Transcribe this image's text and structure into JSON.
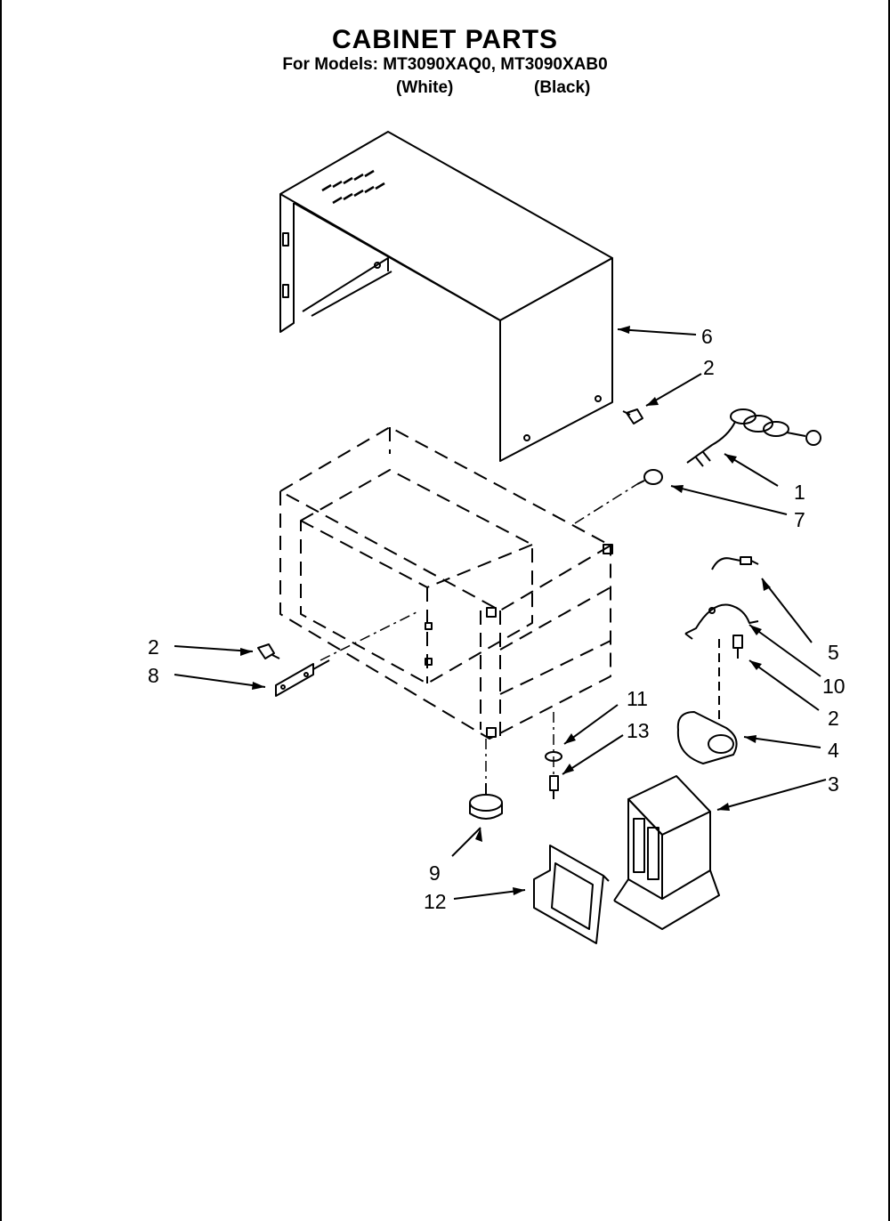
{
  "header": {
    "title": "CABINET PARTS",
    "models_line": "For Models: MT3090XAQ0, MT3090XAB0",
    "variant_white": "(White)",
    "variant_black": "(Black)"
  },
  "callouts": {
    "c1": "1",
    "c2a": "2",
    "c2b": "2",
    "c2c": "2",
    "c3": "3",
    "c4": "4",
    "c5": "5",
    "c6": "6",
    "c7": "7",
    "c8": "8",
    "c9": "9",
    "c10": "10",
    "c11": "11",
    "c12": "12",
    "c13": "13"
  }
}
